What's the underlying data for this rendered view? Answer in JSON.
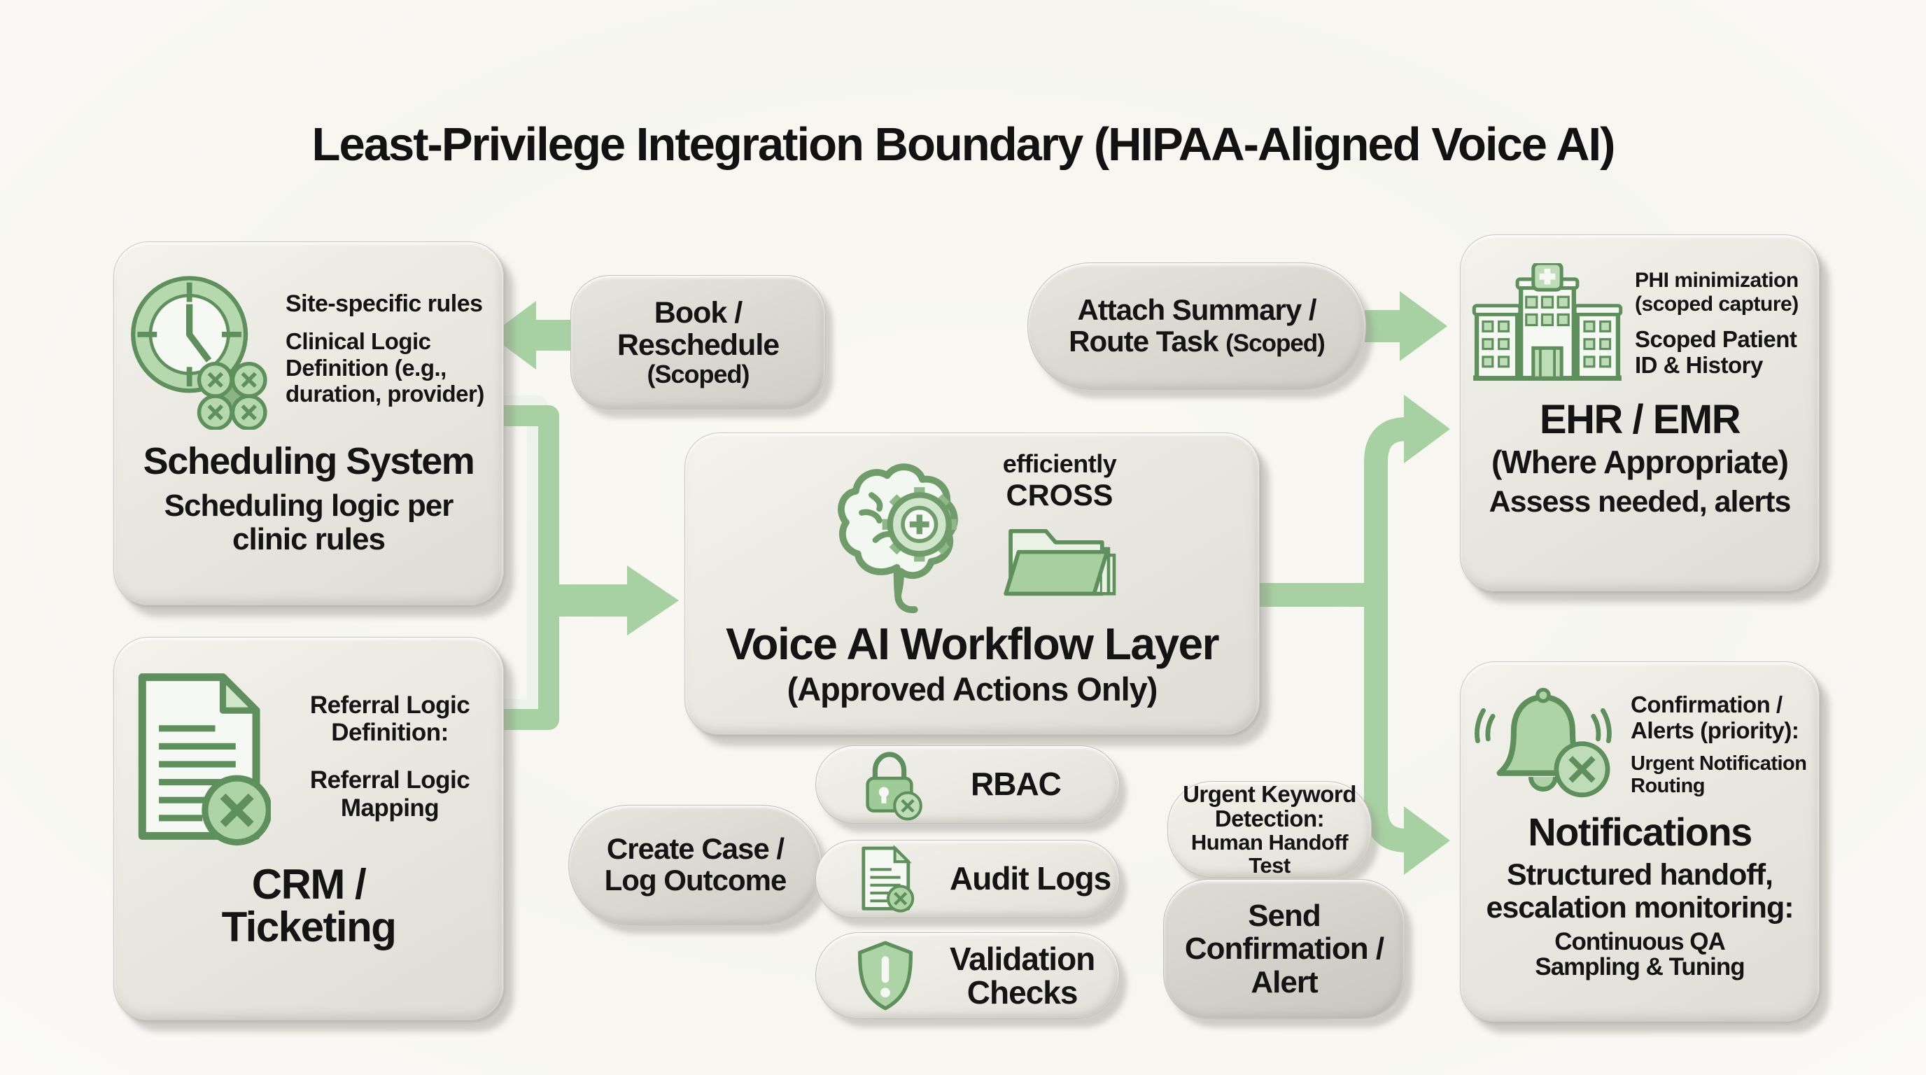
{
  "title": "Least-Privilege Integration Boundary (HIPAA-Aligned Voice AI)",
  "nodes": {
    "scheduling": {
      "icon": "clock-icon",
      "note1": "Site-specific rules",
      "note2": "Clinical Logic Definition (e.g., duration, provider)",
      "heading": "Scheduling System",
      "subtext": "Scheduling logic per clinic rules"
    },
    "crm": {
      "icon": "document-x-icon",
      "note1": "Referral Logic Definition:",
      "note2": "Referral Logic Mapping",
      "heading": "CRM / Ticketing"
    },
    "voice_ai": {
      "icon1": "brain-gear-icon",
      "icon2": "folder-icon",
      "note1": "efficiently",
      "note2": "CROSS",
      "heading": "Voice AI Workflow Layer",
      "subheading": "(Approved Actions Only)"
    },
    "ehr": {
      "icon": "hospital-icon",
      "note1": "PHI minimization (scoped capture)",
      "note2": "Scoped Patient ID & History",
      "heading": "EHR / EMR",
      "subheading": "(Where Appropriate)",
      "subtext": "Assess needed, alerts"
    },
    "notifications": {
      "icon": "bell-x-icon",
      "note1": "Confirmation / Alerts (priority):",
      "note2": "Urgent Notification Routing",
      "heading": "Notifications",
      "subtext1": "Structured handoff, escalation monitoring:",
      "subtext2": "Continuous QA Sampling & Tuning"
    }
  },
  "labels": {
    "book": {
      "l1": "Book /",
      "l2": "Reschedule",
      "l3": "(Scoped)"
    },
    "attach": {
      "l1": "Attach Summary /",
      "l2": "Route Task",
      "l2b": "(Scoped)"
    },
    "create": {
      "l1": "Create Case /",
      "l2": "Log Outcome"
    },
    "rbac": {
      "label": "RBAC",
      "icon": "lock-x-icon"
    },
    "audit": {
      "label": "Audit Logs",
      "icon": "document-x-icon"
    },
    "validation": {
      "l1": "Validation",
      "l2": "Checks",
      "icon": "shield-alert-icon"
    },
    "urgent": {
      "l1": "Urgent Keyword",
      "l2": "Detection:",
      "l3": "Human Handoff Test"
    },
    "send": {
      "l1": "Send",
      "l2": "Confirmation /",
      "l3": "Alert"
    }
  },
  "colors": {
    "background": "#f7f6f1",
    "box_fill": "#eae9e2",
    "pill_fill": "#dbdad3",
    "pill_fill_light": "#eeede6",
    "pill_fill_dark": "#d2d1ca",
    "arrow_green": "#a7d1a2",
    "icon_green_stroke": "#5f8f5c",
    "icon_green_fill": "#b5d8ae",
    "text": "#141414"
  }
}
